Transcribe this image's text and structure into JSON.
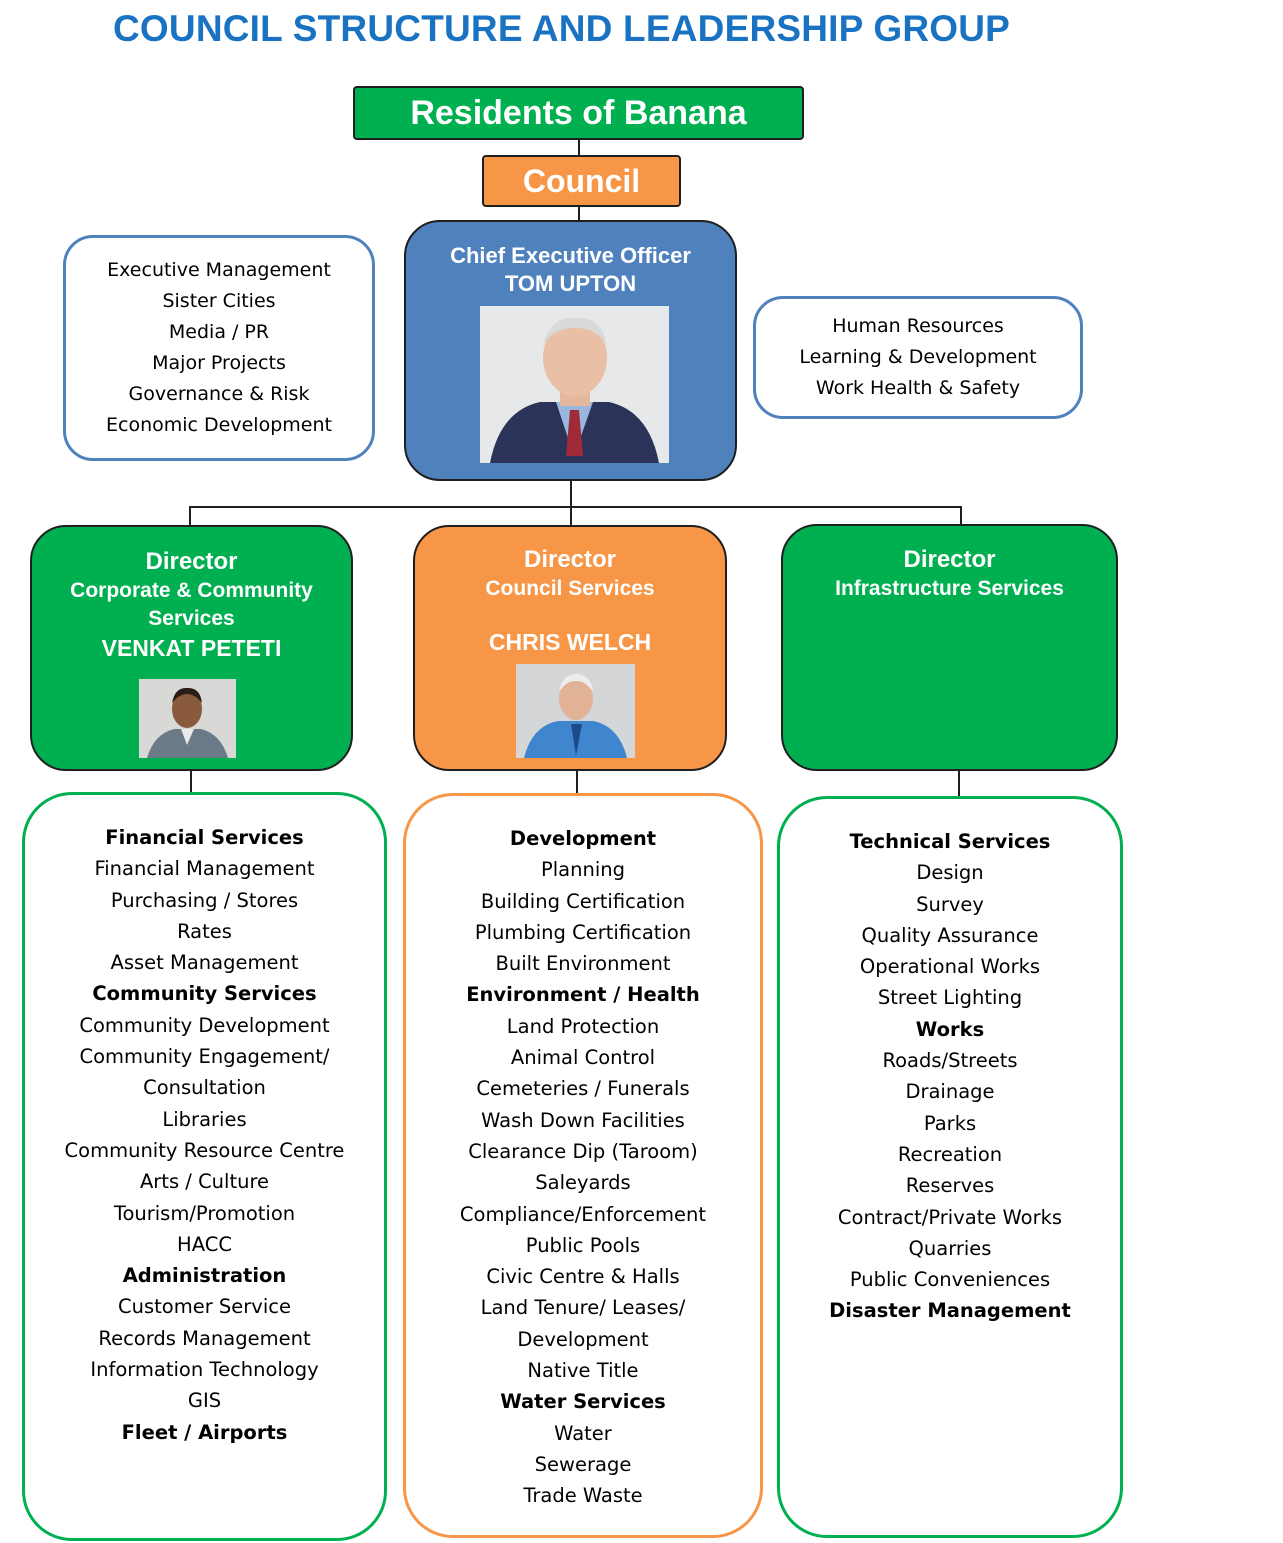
{
  "title": "COUNCIL STRUCTURE AND LEADERSHIP GROUP",
  "residents": "Residents of Banana",
  "council": "Council",
  "ceo": {
    "role": "Chief Executive Officer",
    "name": "TOM UPTON"
  },
  "left_units": [
    "Executive Management",
    "Sister Cities",
    "Media / PR",
    "Major Projects",
    "Governance & Risk",
    "Economic Development"
  ],
  "right_units": [
    "Human Resources",
    "Learning & Development",
    "Work Health & Safety"
  ],
  "directors": [
    {
      "title": "Director",
      "dept": "Corporate & Community Services",
      "name": "VENKAT PETETI"
    },
    {
      "title": "Director",
      "dept": "Council Services",
      "name": "CHRIS WELCH"
    },
    {
      "title": "Director",
      "dept": "Infrastructure Services",
      "name": ""
    }
  ],
  "columns": [
    {
      "items": [
        {
          "text": "Financial Services",
          "bold": true
        },
        {
          "text": "Financial Management"
        },
        {
          "text": "Purchasing / Stores"
        },
        {
          "text": "Rates"
        },
        {
          "text": "Asset Management"
        },
        {
          "text": "Community Services",
          "bold": true
        },
        {
          "text": "Community Development"
        },
        {
          "text": "Community Engagement/"
        },
        {
          "text": "Consultation"
        },
        {
          "text": "Libraries"
        },
        {
          "text": "Community Resource Centre"
        },
        {
          "text": "Arts / Culture"
        },
        {
          "text": "Tourism/Promotion"
        },
        {
          "text": "HACC"
        },
        {
          "text": "Administration",
          "bold": true
        },
        {
          "text": "Customer Service"
        },
        {
          "text": "Records Management"
        },
        {
          "text": "Information Technology"
        },
        {
          "text": "GIS"
        },
        {
          "text": "Fleet / Airports",
          "bold": true
        }
      ]
    },
    {
      "items": [
        {
          "text": "Development",
          "bold": true
        },
        {
          "text": "Planning"
        },
        {
          "text": "Building Certification"
        },
        {
          "text": "Plumbing Certification"
        },
        {
          "text": "Built Environment"
        },
        {
          "text": "Environment / Health",
          "bold": true
        },
        {
          "text": "Land Protection"
        },
        {
          "text": "Animal Control"
        },
        {
          "text": "Cemeteries / Funerals"
        },
        {
          "text": "Wash Down Facilities"
        },
        {
          "text": "Clearance Dip (Taroom)"
        },
        {
          "text": "Saleyards"
        },
        {
          "text": "Compliance/Enforcement"
        },
        {
          "text": "Public Pools"
        },
        {
          "text": "Civic Centre & Halls"
        },
        {
          "text": "Land Tenure/ Leases/"
        },
        {
          "text": "Development"
        },
        {
          "text": "Native Title"
        },
        {
          "text": "Water Services",
          "bold": true
        },
        {
          "text": "Water"
        },
        {
          "text": "Sewerage"
        },
        {
          "text": "Trade Waste"
        }
      ]
    },
    {
      "items": [
        {
          "text": "Technical Services",
          "bold": true
        },
        {
          "text": "Design"
        },
        {
          "text": "Survey"
        },
        {
          "text": "Quality Assurance"
        },
        {
          "text": "Operational Works"
        },
        {
          "text": "Street Lighting"
        },
        {
          "text": "Works",
          "bold": true
        },
        {
          "text": "Roads/Streets"
        },
        {
          "text": "Drainage"
        },
        {
          "text": "Parks"
        },
        {
          "text": "Recreation"
        },
        {
          "text": "Reserves"
        },
        {
          "text": "Contract/Private Works"
        },
        {
          "text": "Quarries"
        },
        {
          "text": "Public Conveniences"
        },
        {
          "text": "Disaster Management",
          "bold": true
        }
      ]
    }
  ],
  "colors": {
    "title": "#1a73c2",
    "green": "#00b050",
    "orange": "#f79646",
    "blue": "#4f81bd"
  }
}
